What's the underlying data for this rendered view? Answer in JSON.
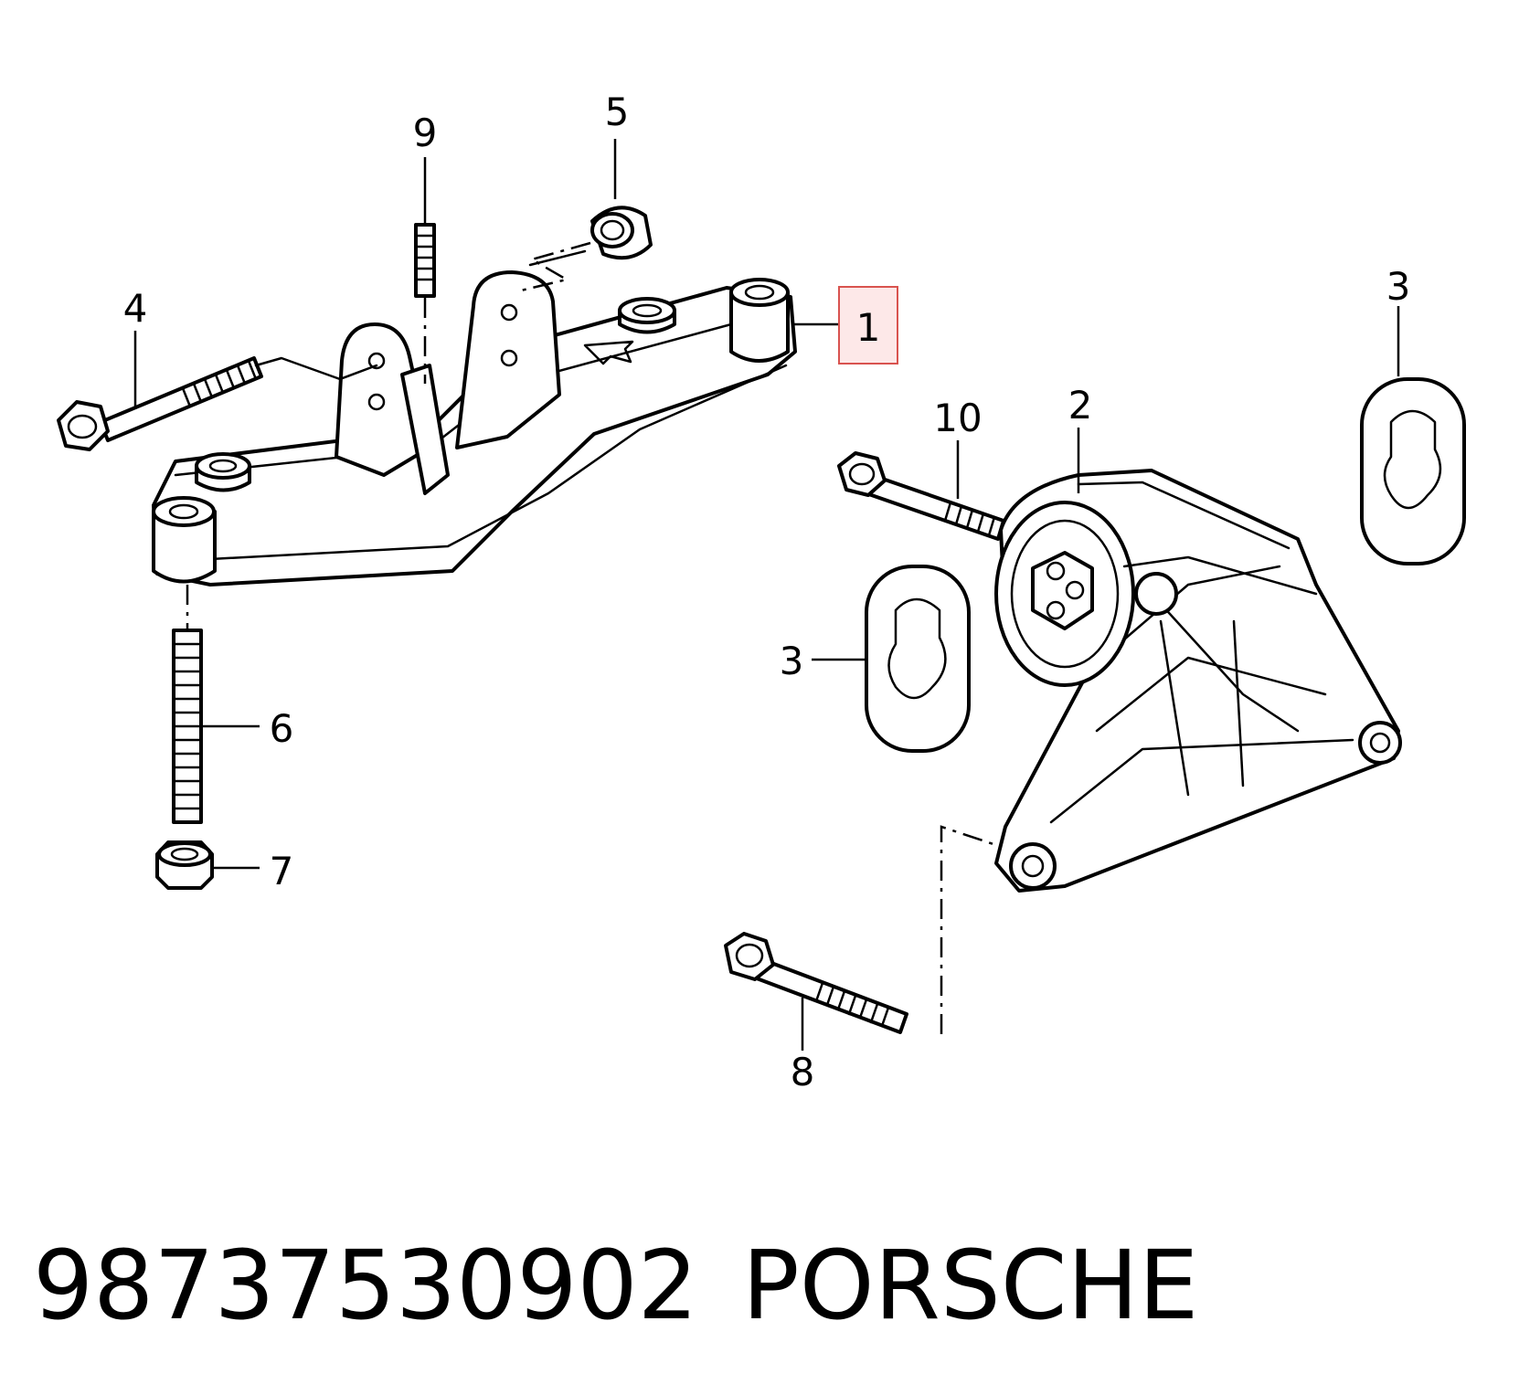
{
  "callouts": [
    {
      "id": "c1",
      "label": "1",
      "highlighted": true
    },
    {
      "id": "c2",
      "label": "2"
    },
    {
      "id": "c3a",
      "label": "3"
    },
    {
      "id": "c3b",
      "label": "3"
    },
    {
      "id": "c4",
      "label": "4"
    },
    {
      "id": "c5",
      "label": "5"
    },
    {
      "id": "c6",
      "label": "6"
    },
    {
      "id": "c7",
      "label": "7"
    },
    {
      "id": "c8",
      "label": "8"
    },
    {
      "id": "c9",
      "label": "9"
    },
    {
      "id": "c10",
      "label": "10"
    }
  ],
  "footer": {
    "part_number": "98737530902",
    "brand": "PORSCHE"
  },
  "colors": {
    "highlight_border": "#d9534f",
    "highlight_fill": "#fde8e8",
    "line": "#000000",
    "background": "#ffffff"
  }
}
